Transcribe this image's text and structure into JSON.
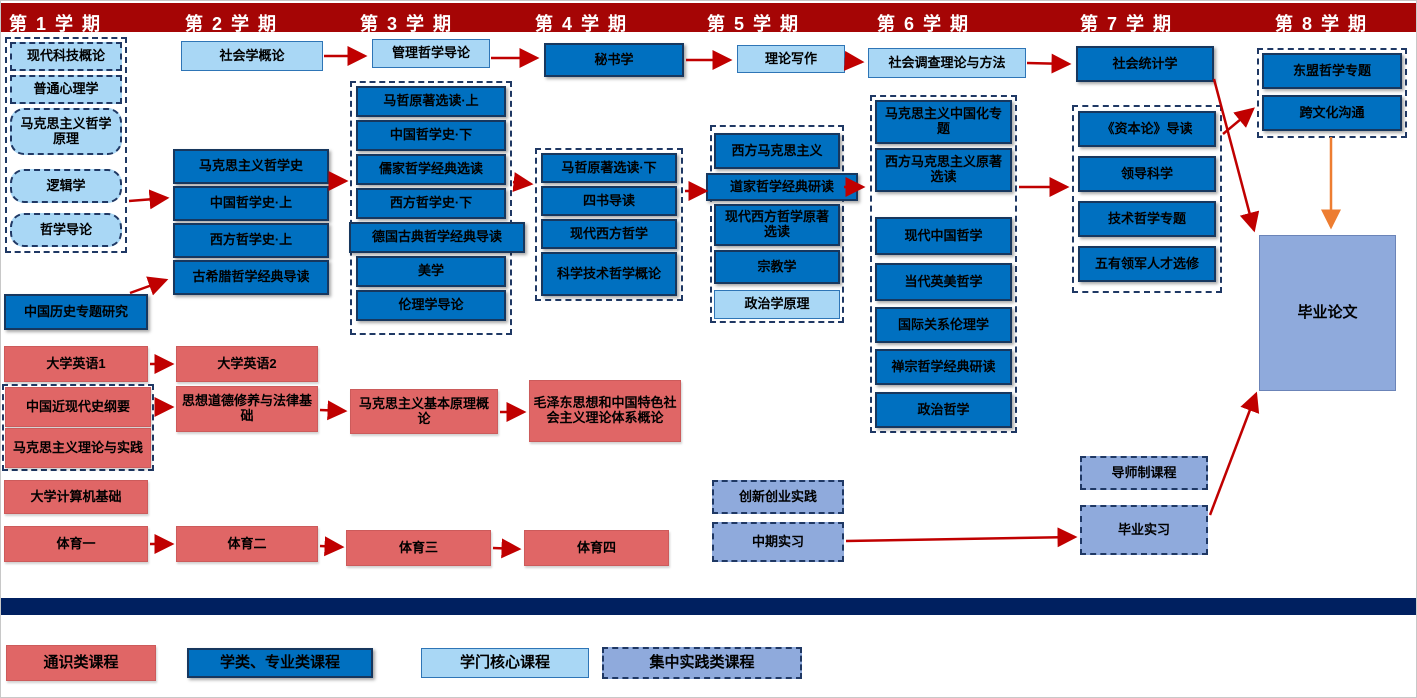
{
  "header": {
    "semesters": [
      "第 1 学 期",
      "第 2 学 期",
      "第 3 学 期",
      "第 4 学 期",
      "第 5 学 期",
      "第 6 学 期",
      "第 7 学 期",
      "第 8 学 期"
    ]
  },
  "sem1": {
    "intro_group": [
      "现代科技概论",
      "普通心理学",
      "马克思主义哲学原理",
      "逻辑学",
      "哲学导论"
    ],
    "history": "中国历史专题研究",
    "english1": "大学英语1",
    "modern_history": "中国近现代史纲要",
    "marx_practice": "马克思主义理论与实践",
    "computer": "大学计算机基础",
    "pe1": "体育一"
  },
  "sem2": {
    "sociology": "社会学概论",
    "major_group": [
      "马克思主义哲学史",
      "中国哲学史·上",
      "西方哲学史·上",
      "古希腊哲学经典导读"
    ],
    "english2": "大学英语2",
    "morals_law": "思想道德修养与法律基础",
    "pe2": "体育二"
  },
  "sem3": {
    "mgmt_philosophy": "管理哲学导论",
    "major_group": [
      "马哲原著选读·上",
      "中国哲学史·下",
      "儒家哲学经典选读",
      "西方哲学史·下",
      "德国古典哲学经典导读",
      "美学",
      "伦理学导论"
    ],
    "marx_principles": "马克思主义基本原理概论",
    "pe3": "体育三"
  },
  "sem4": {
    "secretary": "秘书学",
    "major_group": [
      "马哲原著选读·下",
      "四书导读",
      "现代西方哲学",
      "科学技术哲学概论"
    ],
    "mao_thought": "毛泽东思想和中国特色社会主义理论体系概论",
    "pe4": "体育四"
  },
  "sem5": {
    "theory_writing": "理论写作",
    "major_group": [
      "西方马克思主义",
      "道家哲学经典研读",
      "现代西方哲学原著选读",
      "宗教学",
      "政治学原理"
    ],
    "innovation": "创新创业实践",
    "midterm_internship": "中期实习"
  },
  "sem6": {
    "survey": "社会调查理论与方法",
    "major_group": [
      "马克思主义中国化专题",
      "西方马克思主义原著选读",
      "现代中国哲学",
      "当代英美哲学",
      "国际关系伦理学",
      "禅宗哲学经典研读",
      "政治哲学"
    ]
  },
  "sem7": {
    "statistics": "社会统计学",
    "major_group": [
      "《资本论》导读",
      "领导科学",
      "技术哲学专题",
      "五有领军人才选修"
    ],
    "tutor_course": "导师制课程",
    "grad_internship": "毕业实习"
  },
  "sem8": {
    "elective_group": [
      "东盟哲学专题",
      "跨文化沟通"
    ],
    "thesis": "毕业论文"
  },
  "legend": {
    "general": "通识类课程",
    "major": "学类、专业类课程",
    "core": "学门核心课程",
    "practice": "集中实践类课程"
  },
  "colors": {
    "header_bar": "#A50505",
    "general_red": "#E06666",
    "major_blue": "#0070C0",
    "core_lightblue": "#A9D7F5",
    "practice_periwinkle": "#8FAADC",
    "dashed_border": "#1F3864",
    "arrow_red": "#C00000",
    "arrow_orange": "#ED7D31",
    "footer_bar": "#002060"
  }
}
